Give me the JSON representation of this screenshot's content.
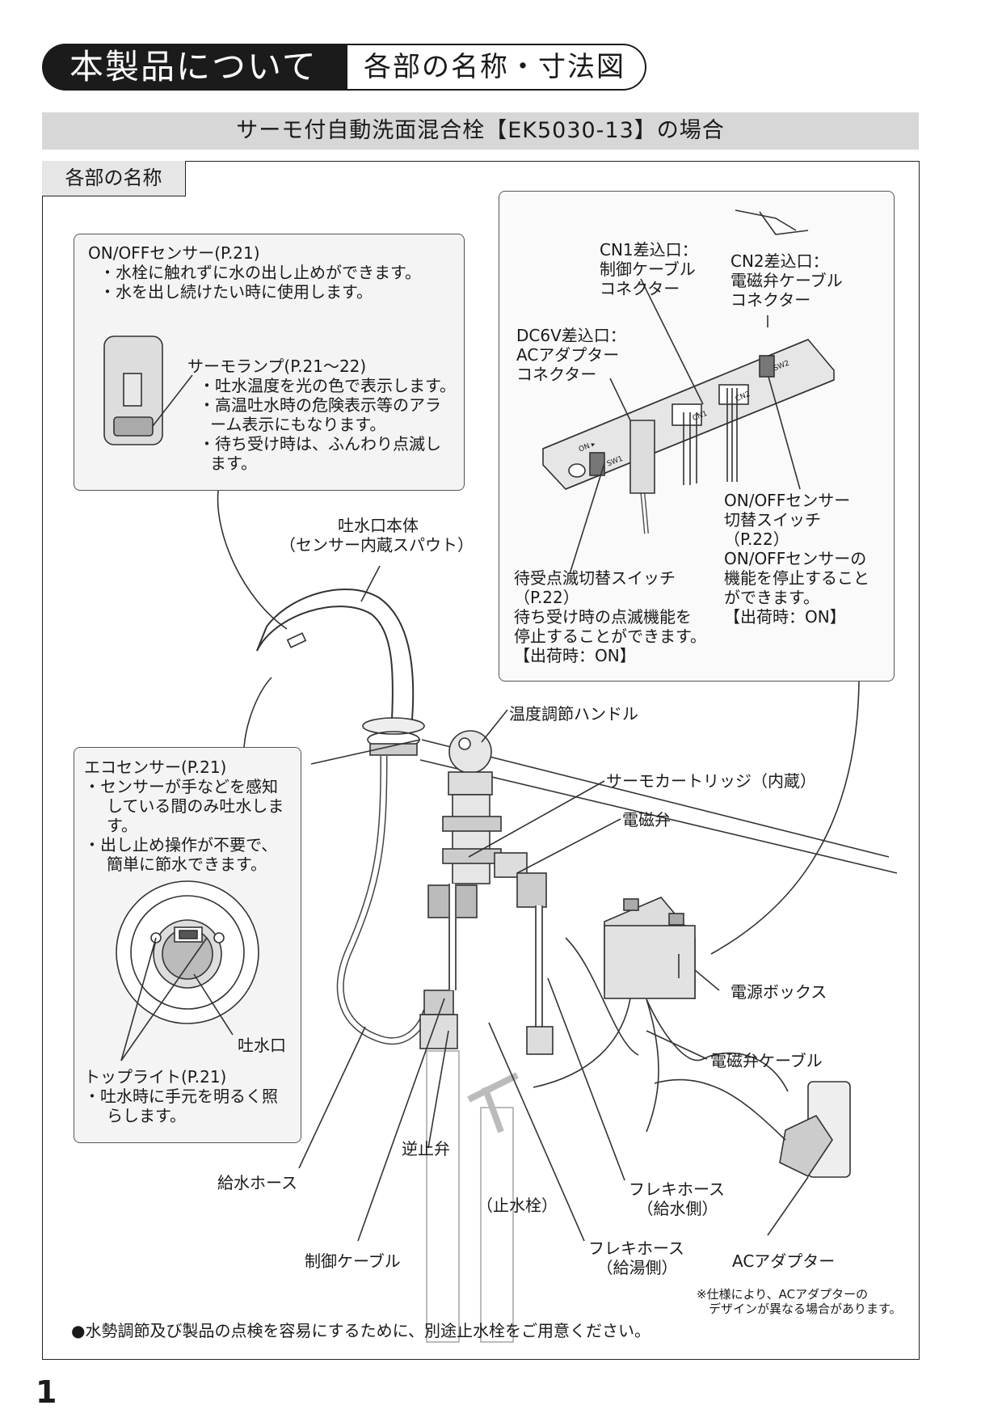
{
  "header": {
    "section_title": "本製品について",
    "section_subtitle": "各部の名称・寸法図"
  },
  "subheader": "サーモ付自動洗面混合栓【EK5030-13】の場合",
  "tab_label": "各部の名称",
  "onoff_callout": {
    "title": "ON/OFFセンサー(P.21)",
    "lines": [
      "・水栓に触れずに水の出し止めができます。",
      "・水を出し続けたい時に使用します。"
    ]
  },
  "thermo_lamp": {
    "title": "サーモランプ(P.21～22)",
    "lines": [
      "・吐水温度を光の色で表示します。",
      "・高温吐水時の危険表示等のアラ",
      "ーム表示にもなります。",
      "・待ち受け時は、ふんわり点滅し",
      "ます。"
    ]
  },
  "spout": {
    "line1": "吐水口本体",
    "line2": "（センサー内蔵スパウト）"
  },
  "eco_callout": {
    "title": "エコセンサー(P.21)",
    "lines": [
      "・センサーが手などを感知",
      "している間のみ吐水しま",
      "す。",
      "・出し止め操作が不要で、",
      "簡単に節水できます。"
    ],
    "outlet": "吐水口",
    "toplight_title": "トップライト(P.21)",
    "toplight_lines": [
      "・吐水時に手元を明るく照",
      "らします。"
    ]
  },
  "power_callout": {
    "cn1": [
      "CN1差込口：",
      "制御ケーブル",
      "コネクター"
    ],
    "cn2": [
      "CN2差込口：",
      "電磁弁ケーブル",
      "コネクター"
    ],
    "dc6v": [
      "DC6V差込口：",
      "ACアダプター",
      "コネクター"
    ],
    "standby_switch": [
      "待受点滅切替スイッチ",
      "（P.22）",
      "待ち受け時の点滅機能を",
      "停止することができます。",
      "【出荷時：ON】"
    ],
    "onoff_switch": [
      "ON/OFFセンサー",
      "切替スイッチ",
      "（P.22）",
      "ON/OFFセンサーの",
      "機能を停止すること",
      "ができます。",
      "【出荷時：ON】"
    ],
    "board_labels": [
      "ON ▸",
      "SW1",
      "CN1",
      "CN2",
      "SW2"
    ]
  },
  "labels": {
    "temp_handle": "温度調節ハンドル",
    "thermo_cartridge": "サーモカートリッジ（内蔵）",
    "solenoid": "電磁弁",
    "power_box": "電源ボックス",
    "solenoid_cable": "電磁弁ケーブル",
    "check_valve": "逆止弁",
    "supply_hose": "給水ホース",
    "stop_valve": "（止水栓）",
    "flex_cold_1": "フレキホース",
    "flex_cold_2": "（給水側）",
    "flex_hot_1": "フレキホース",
    "flex_hot_2": "（給湯側）",
    "control_cable": "制御ケーブル",
    "ac_adapter": "ACアダプター"
  },
  "footnote": [
    "※仕様により、ACアダプターの",
    "デザインが異なる場合があります。"
  ],
  "bullet_note": "●水勢調節及び製品の点検を容易にするために、別途止水栓をご用意ください。",
  "page_number": "1"
}
